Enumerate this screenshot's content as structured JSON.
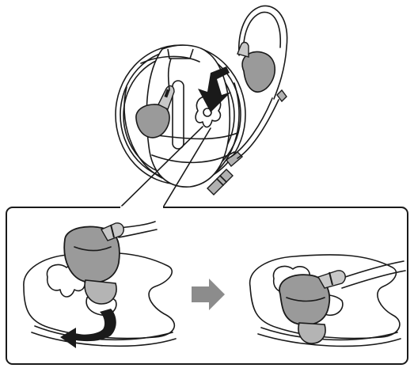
{
  "figure": {
    "background": "#ffffff",
    "ink_color": "#1a1a1a",
    "earpiece_shell_color": "#9a9a9a",
    "earpiece_tip_color": "#b4b4b4",
    "arrow_color_dark": "#1a1a1a",
    "arrow_color_gray": "#8c8c8c",
    "icons": [
      "cable-wound-holder",
      "earphone-left",
      "earphone-right",
      "keyhole-slot",
      "down-arrow",
      "right-arrow",
      "curved-push-arrow"
    ]
  }
}
